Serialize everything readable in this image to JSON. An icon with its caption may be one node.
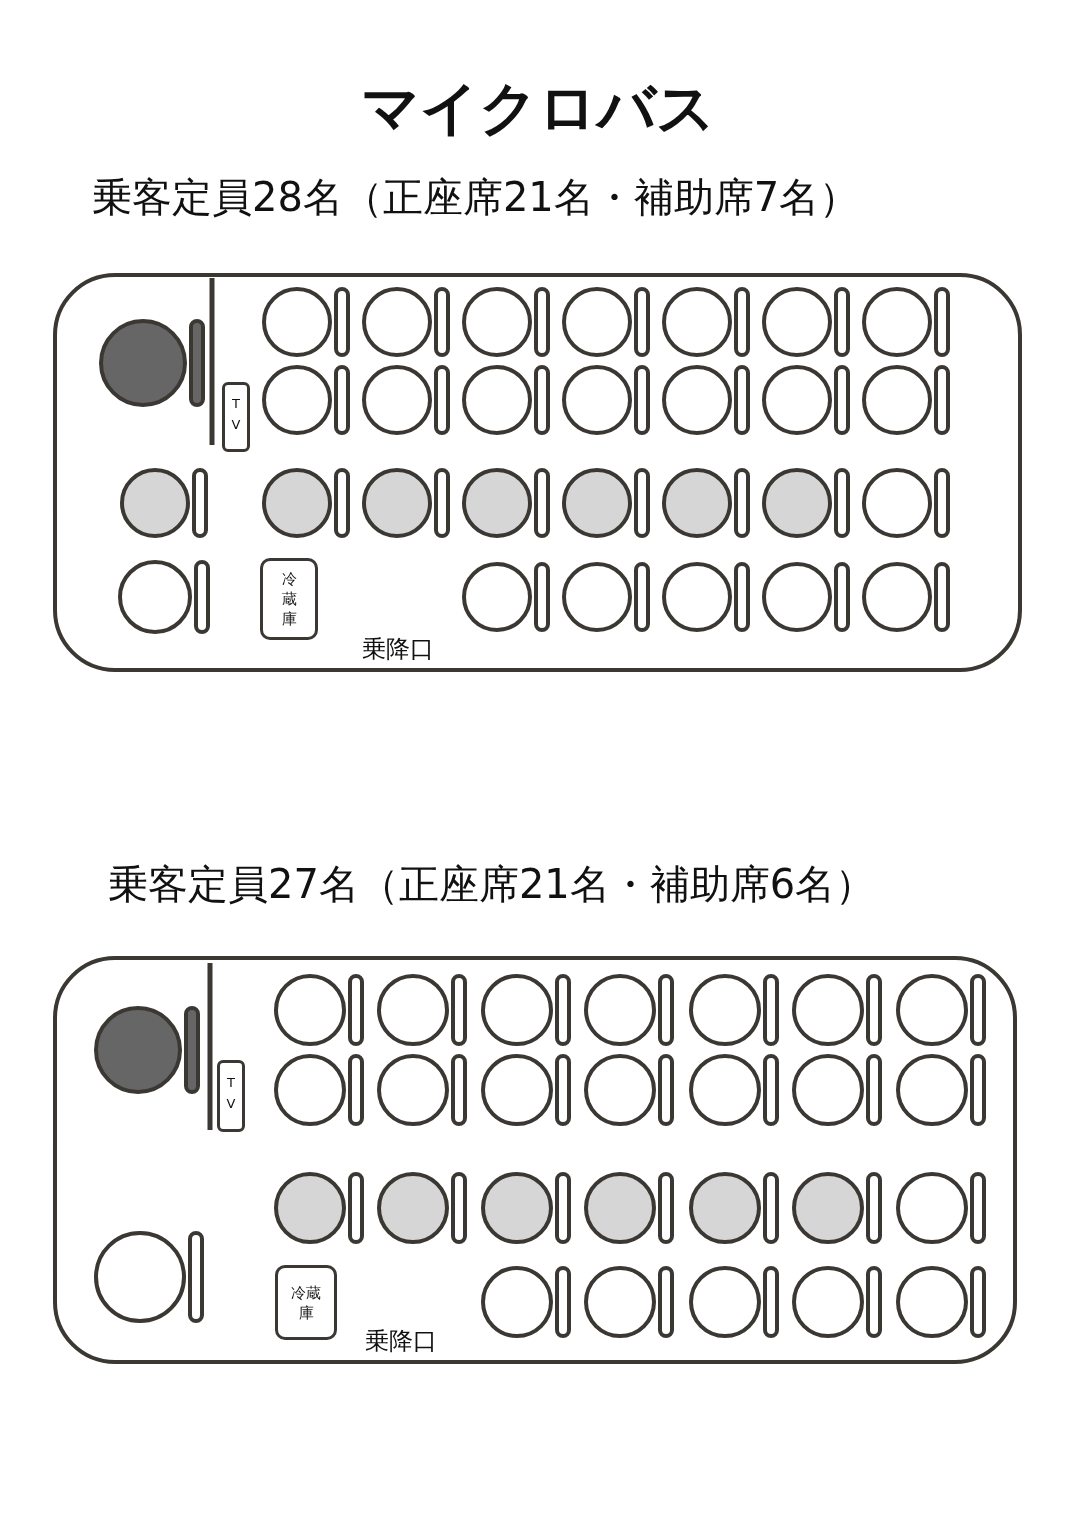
{
  "diagram": {
    "title": "マイクロバス",
    "labels": [
      "乗客定員28名（正座席21名・補助席7名）",
      "TV",
      "冷蔵庫",
      "乗降口",
      "乗客定員27名（正座席21名・補助席6名）",
      "TV",
      "冷蔵庫",
      "乗降口"
    ]
  }
}
